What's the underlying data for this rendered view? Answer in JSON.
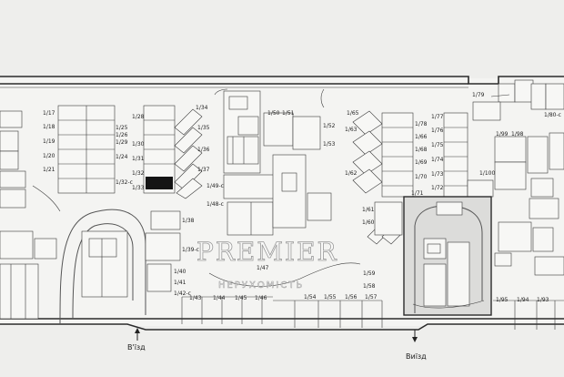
{
  "labels": {
    "entrance": "В'їзд",
    "exit": "Виїзд"
  },
  "watermark": {
    "title": "PREMIER",
    "subtitle": "НЕРУХОМІСТЬ"
  },
  "spaces": [
    {
      "id": "s17",
      "label": "1/17"
    },
    {
      "id": "s18",
      "label": "1/18"
    },
    {
      "id": "s19",
      "label": "1/19"
    },
    {
      "id": "s20",
      "label": "1/20"
    },
    {
      "id": "s21",
      "label": "1/21"
    },
    {
      "id": "s24",
      "label": "1/24"
    },
    {
      "id": "s25",
      "label": "1/25"
    },
    {
      "id": "s26",
      "label": "1/26"
    },
    {
      "id": "s28",
      "label": "1/28"
    },
    {
      "id": "s29",
      "label": "1/29"
    },
    {
      "id": "s30",
      "label": "1/30"
    },
    {
      "id": "s31",
      "label": "1/31"
    },
    {
      "id": "s32",
      "label": "1/32"
    },
    {
      "id": "s32c",
      "label": "1/32-с"
    },
    {
      "id": "s33",
      "label": "1/33"
    },
    {
      "id": "s34",
      "label": "1/34"
    },
    {
      "id": "s35",
      "label": "1/35"
    },
    {
      "id": "s36",
      "label": "1/36"
    },
    {
      "id": "s37",
      "label": "1/37"
    },
    {
      "id": "s38",
      "label": "1/38"
    },
    {
      "id": "s39c",
      "label": "1/39-с"
    },
    {
      "id": "s40",
      "label": "1/40"
    },
    {
      "id": "s41",
      "label": "1/41"
    },
    {
      "id": "s42c",
      "label": "1/42-с"
    },
    {
      "id": "s43",
      "label": "1/43"
    },
    {
      "id": "s44",
      "label": "1/44"
    },
    {
      "id": "s45",
      "label": "1/45"
    },
    {
      "id": "s46",
      "label": "1/46"
    },
    {
      "id": "s47",
      "label": "1/47"
    },
    {
      "id": "s48c",
      "label": "1/48-с"
    },
    {
      "id": "s49c",
      "label": "1/49-с"
    },
    {
      "id": "s50",
      "label": "1/50"
    },
    {
      "id": "s51",
      "label": "1/51"
    },
    {
      "id": "s52",
      "label": "1/52"
    },
    {
      "id": "s53",
      "label": "1/53"
    },
    {
      "id": "s54",
      "label": "1/54"
    },
    {
      "id": "s55",
      "label": "1/55"
    },
    {
      "id": "s56",
      "label": "1/56"
    },
    {
      "id": "s57",
      "label": "1/57"
    },
    {
      "id": "s58",
      "label": "1/58"
    },
    {
      "id": "s59",
      "label": "1/59"
    },
    {
      "id": "s60",
      "label": "1/60"
    },
    {
      "id": "s61",
      "label": "1/61"
    },
    {
      "id": "s62",
      "label": "1/62"
    },
    {
      "id": "s63",
      "label": "1/63"
    },
    {
      "id": "s65",
      "label": "1/65"
    },
    {
      "id": "s66",
      "label": "1/66"
    },
    {
      "id": "s68",
      "label": "1/68"
    },
    {
      "id": "s69",
      "label": "1/69"
    },
    {
      "id": "s70",
      "label": "1/70"
    },
    {
      "id": "s71",
      "label": "1/71"
    },
    {
      "id": "s72",
      "label": "1/72"
    },
    {
      "id": "s73",
      "label": "1/73"
    },
    {
      "id": "s74",
      "label": "1/74"
    },
    {
      "id": "s75",
      "label": "1/75"
    },
    {
      "id": "s76",
      "label": "1/76"
    },
    {
      "id": "s77",
      "label": "1/77"
    },
    {
      "id": "s78",
      "label": "1/78"
    },
    {
      "id": "s79",
      "label": "1/79"
    },
    {
      "id": "s80c",
      "label": "1/80-с"
    },
    {
      "id": "s93",
      "label": "1/93"
    },
    {
      "id": "s94",
      "label": "1/94"
    },
    {
      "id": "s95",
      "label": "1/95"
    },
    {
      "id": "s98",
      "label": "1/98"
    },
    {
      "id": "s99",
      "label": "1/99"
    },
    {
      "id": "s100",
      "label": "1/100"
    }
  ]
}
